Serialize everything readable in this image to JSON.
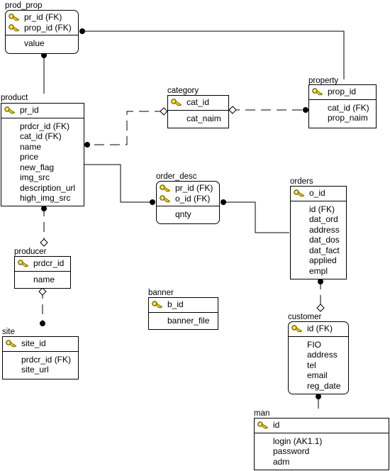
{
  "entities": {
    "prod_prop": {
      "title": "prod_prop",
      "keys": [
        "pr_id (FK)",
        "prop_id (FK)"
      ],
      "attrs": [
        "value"
      ]
    },
    "product": {
      "title": "product",
      "keys": [
        "pr_id"
      ],
      "attrs": [
        "prdcr_id (FK)",
        "cat_id (FK)",
        "name",
        "price",
        "new_flag",
        "img_src",
        "description_url",
        "high_img_src"
      ]
    },
    "category": {
      "title": "category",
      "keys": [
        "cat_id"
      ],
      "attrs": [
        "cat_naim"
      ]
    },
    "property": {
      "title": "property",
      "keys": [
        "prop_id"
      ],
      "attrs": [
        "cat_id (FK)",
        "prop_naim"
      ]
    },
    "order_desc": {
      "title": "order_desc",
      "keys": [
        "pr_id (FK)",
        "o_id (FK)"
      ],
      "attrs": [
        "qnty"
      ]
    },
    "orders": {
      "title": "orders",
      "keys": [
        "o_id"
      ],
      "attrs": [
        "id (FK)",
        "dat_ord",
        "address",
        "dat_dos",
        "dat_fact",
        "applied",
        "empl"
      ]
    },
    "producer": {
      "title": "producer",
      "keys": [
        "prdcr_id"
      ],
      "attrs": [
        "name"
      ]
    },
    "banner": {
      "title": "banner",
      "keys": [
        "b_id"
      ],
      "attrs": [
        "banner_file"
      ]
    },
    "site": {
      "title": "site",
      "keys": [
        "site_id"
      ],
      "attrs": [
        "prdcr_id (FK)",
        "site_url"
      ]
    },
    "customer": {
      "title": "customer",
      "keys": [
        "id (FK)"
      ],
      "attrs": [
        "FIO",
        "address",
        "tel",
        "email",
        "reg_date"
      ]
    },
    "man": {
      "title": "man",
      "keys": [
        "id"
      ],
      "attrs": [
        "login (AK1.1)",
        "password",
        "adm"
      ]
    }
  },
  "colors": {
    "line": "#000000",
    "key_fill": "#f2d400",
    "key_outline": "#5a4a00"
  },
  "icons": {
    "key": "key-icon"
  }
}
